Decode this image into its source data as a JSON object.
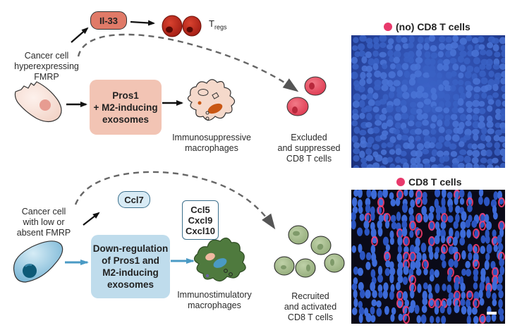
{
  "top_pathway": {
    "source_label": [
      "Cancer cell",
      "hyperexpressing",
      "FMRP"
    ],
    "cytokine": "Il-33",
    "treg_label": "T",
    "treg_subscript": "regs",
    "process_box": [
      "Pros1",
      "+ M2-inducing",
      "exosomes"
    ],
    "macrophage_label": [
      "Immunosuppressive",
      "macrophages"
    ],
    "tcell_label": [
      "Excluded",
      "and suppressed",
      "CD8 T cells"
    ]
  },
  "bottom_pathway": {
    "source_label": [
      "Cancer cell",
      "with low or",
      "absent FMRP"
    ],
    "cytokine": "Ccl7",
    "chemokines": [
      "Ccl5",
      "Cxcl9",
      "Cxcl10"
    ],
    "process_box": [
      "Down-regulation",
      "of Pros1 and",
      "M2-inducing",
      "exosomes"
    ],
    "macrophage_label": [
      "Immunostimulatory",
      "macrophages"
    ],
    "tcell_label": [
      "Recruited",
      "and activated",
      "CD8 T cells"
    ]
  },
  "panels": {
    "top_title": "(no) CD8 T cells",
    "bottom_title": "CD8 T cells"
  },
  "colors": {
    "cd8_marker": "#e8396b",
    "top_box": "#f2c4b4",
    "bottom_box": "#bfdcec",
    "il33_pill": "#e07a68",
    "treg": "#c0281d",
    "excluded_tcell": "#e8475f",
    "recruited_tcell": "#a7bd8e",
    "stim_macrophage": "#4f7a3e",
    "blue_arrow": "#4a9ac4"
  }
}
